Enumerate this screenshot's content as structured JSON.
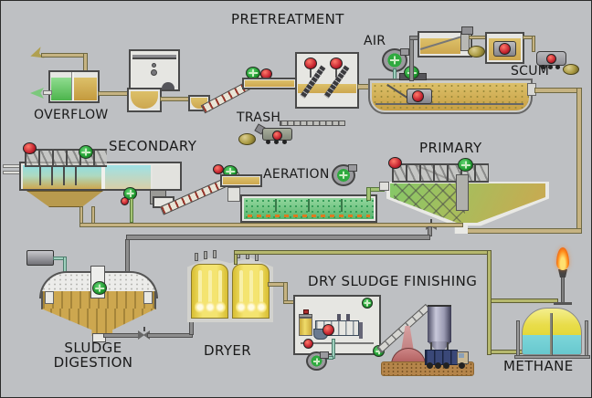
{
  "canvas": {
    "bg": "#bec0c3"
  },
  "labels": {
    "pretreatment": "PRETREATMENT",
    "overflow": "OVERFLOW",
    "trash": "TRASH",
    "air": "AIR",
    "scum": "SCUM",
    "secondary": "SECONDARY",
    "primary": "PRIMARY",
    "aeration": "AERATION",
    "sludge_digestion": "SLUDGE DIGESTION",
    "dryer": "DRYER",
    "dry_sludge_finishing": "DRY SLUDGE FINISHING",
    "methane": "METHANE"
  },
  "colors": {
    "bg": "#bec0c3",
    "text": "#1a1a1a",
    "pipe_tan": "#c6b382",
    "pipe_gray": "#8e8e8e",
    "pipe_teal": "#9fd0bd",
    "pipe_green": "#a4c474",
    "pipe_olive": "#b6b86e",
    "liquid_tan": "#cda74f",
    "water_cyan": "#8fdde2",
    "water_green": "#6cc17e",
    "dryer_yellow": "#efdf5c",
    "methane_yellow": "#e9dd4a",
    "methane_cyan": "#7cd6da",
    "pump_red": "#c42430",
    "pump_green": "#1f9a2f",
    "flame_orange": "#ff8c1a",
    "scum_olive": "#a89840",
    "ground_brown": "#b5854a",
    "pile_red": "#b86868"
  },
  "icons": {
    "pump_running": "green-circle-cross",
    "pump_motor": "red-circle-on-gray-body",
    "blower": "green-snail-fan",
    "valve": "gray-bowtie",
    "flare_flame": "orange-flame",
    "scum_skimmings": "olive-blob",
    "hauling_truck": "gray-tank-truck",
    "delivery_truck": "blue-cargo-truck"
  }
}
